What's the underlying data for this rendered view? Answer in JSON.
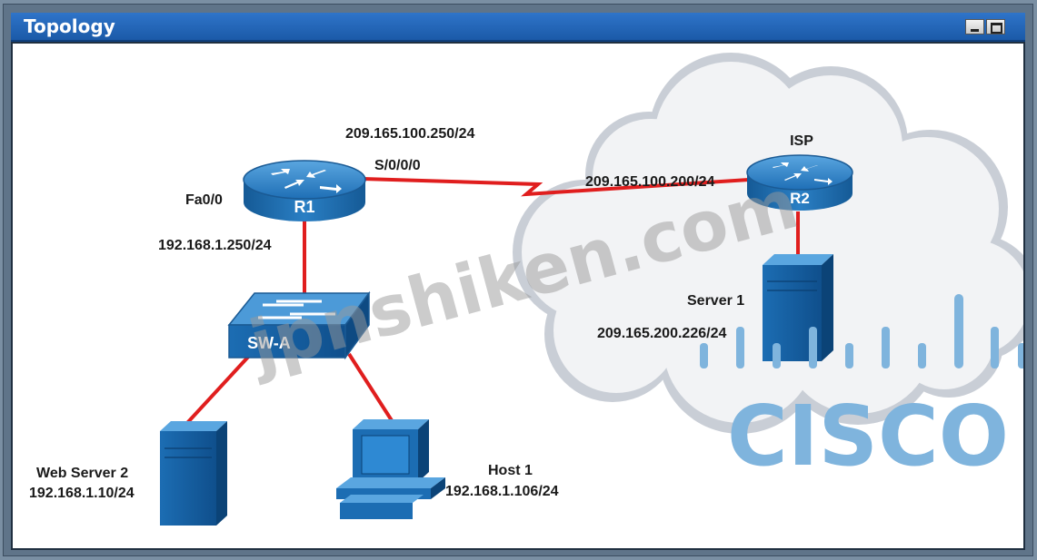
{
  "window": {
    "title": "Topology"
  },
  "devices": {
    "r1": {
      "label": "R1"
    },
    "r2": {
      "label": "R2"
    },
    "switch": {
      "label": "SW-A"
    },
    "isp": {
      "label": "ISP"
    }
  },
  "labels": {
    "r1_serial_ip": "209.165.100.250/24",
    "r1_serial_iface": "S/0/0/0",
    "r1_fa_iface": "Fa0/0",
    "r1_fa_ip": "192.168.1.250/24",
    "r2_ip": "209.165.100.200/24",
    "server1_name": "Server 1",
    "server1_ip": "209.165.200.226/24",
    "web_server2_name": "Web Server 2",
    "web_server2_ip": "192.168.1.10/24",
    "host1_name": "Host 1",
    "host1_ip": "192.168.1.106/24"
  },
  "watermark": {
    "text": "jpnshiken.com"
  },
  "logo": {
    "text": "CISCO"
  },
  "colors": {
    "link": "#e01e1e",
    "device_blue": "#1e73b9",
    "cloud": "#eef0f3",
    "logo": "#7fb4dd"
  }
}
